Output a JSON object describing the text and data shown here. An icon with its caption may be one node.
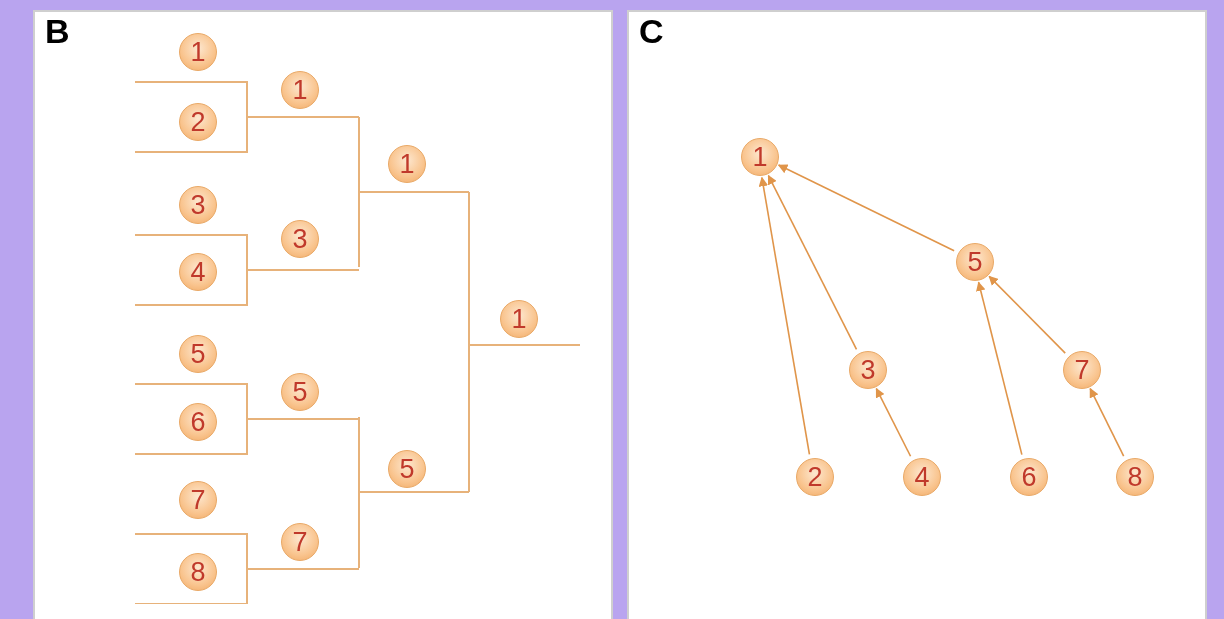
{
  "diagram": {
    "nodes": [
      {
        "text": [
          "B"
        ]
      },
      {
        "text": [
          "1"
        ],
        "in": 0
      },
      {
        "text": [
          "2"
        ],
        "in": 0
      },
      {
        "text": [
          "3"
        ],
        "in": 0
      },
      {
        "text": [
          "4"
        ],
        "in": 0
      },
      {
        "text": [
          "5"
        ],
        "in": 0
      },
      {
        "text": [
          "6"
        ],
        "in": 0
      },
      {
        "text": [
          "7"
        ],
        "in": 0
      },
      {
        "text": [
          "8"
        ],
        "in": 0
      },
      {
        "text": [
          "1"
        ],
        "in": 0
      },
      {
        "text": [
          "3"
        ],
        "in": 0
      },
      {
        "text": [
          "5"
        ],
        "in": 0
      },
      {
        "text": [
          "7"
        ],
        "in": 0
      },
      {
        "text": [
          "1"
        ],
        "in": 0
      },
      {
        "text": [
          "5"
        ],
        "in": 0
      },
      {
        "text": [
          "1"
        ],
        "in": 0
      },
      {
        "text": [
          "C"
        ]
      },
      {
        "text": [
          "1"
        ],
        "in": 16
      },
      {
        "text": [
          "5"
        ],
        "in": 16
      },
      {
        "text": [
          "3"
        ],
        "in": 16
      },
      {
        "text": [
          "7"
        ],
        "in": 16
      },
      {
        "text": [
          "2"
        ],
        "in": 16
      },
      {
        "text": [
          "4"
        ],
        "in": 16
      },
      {
        "text": [
          "6"
        ],
        "in": 16
      },
      {
        "text": [
          "8"
        ],
        "in": 16
      }
    ],
    "edges": [
      {
        "from": 21,
        "to": 17,
        "arrow": "to"
      },
      {
        "from": 19,
        "to": 17,
        "arrow": "to"
      },
      {
        "from": 18,
        "to": 17,
        "arrow": "to"
      },
      {
        "from": 22,
        "to": 19,
        "arrow": "to"
      },
      {
        "from": 23,
        "to": 18,
        "arrow": "to"
      },
      {
        "from": 20,
        "to": 18,
        "arrow": "to"
      },
      {
        "from": 24,
        "to": 20,
        "arrow": "to"
      }
    ]
  }
}
